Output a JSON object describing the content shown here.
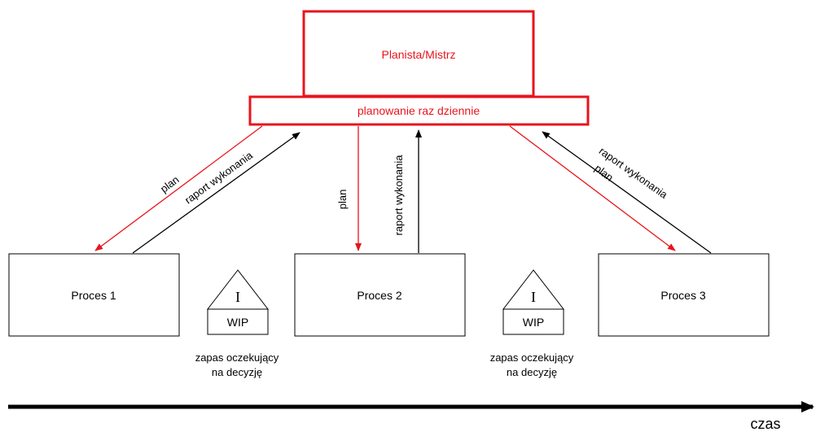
{
  "colors": {
    "planner": "#e8141c",
    "flow": "#000000"
  },
  "planner": {
    "title": "Planista/Mistrz",
    "schedule": "planowanie raz dziennie"
  },
  "processes": [
    {
      "label": "Proces 1"
    },
    {
      "label": "Proces 2"
    },
    {
      "label": "Proces 3"
    }
  ],
  "arrows": {
    "plan": "plan",
    "report": "raport wykonania"
  },
  "inventory": [
    {
      "symbol": "I",
      "tag": "WIP",
      "caption_line1": "zapas oczekujący",
      "caption_line2": "na decyzję"
    },
    {
      "symbol": "I",
      "tag": "WIP",
      "caption_line1": "zapas oczekujący",
      "caption_line2": "na decyzję"
    }
  ],
  "timeline": {
    "label": "czas"
  }
}
